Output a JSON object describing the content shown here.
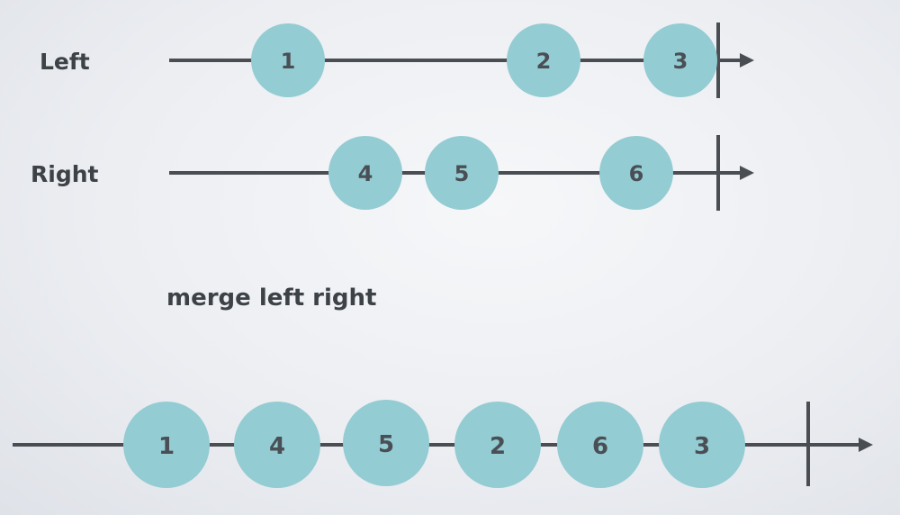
{
  "diagram": {
    "caption": "merge left right",
    "colors": {
      "line": "#4a4e53",
      "marble": "#94ccd3",
      "text": "#3d4247",
      "marble_text": "#4a4f55"
    },
    "streams": [
      {
        "id": "left",
        "label": "Left",
        "marbles": [
          {
            "value": "1"
          },
          {
            "value": "2"
          },
          {
            "value": "3"
          }
        ]
      },
      {
        "id": "right",
        "label": "Right",
        "marbles": [
          {
            "value": "4"
          },
          {
            "value": "5"
          },
          {
            "value": "6"
          }
        ]
      },
      {
        "id": "merged",
        "label": "",
        "marbles": [
          {
            "value": "1"
          },
          {
            "value": "4"
          },
          {
            "value": "5"
          },
          {
            "value": "2"
          },
          {
            "value": "6"
          },
          {
            "value": "3"
          }
        ]
      }
    ]
  }
}
